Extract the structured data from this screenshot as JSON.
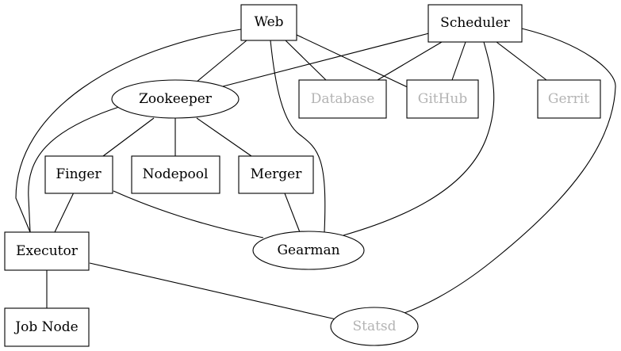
{
  "nodes": [
    {
      "id": "web",
      "label": "Web",
      "shape": "box",
      "color": "#000000"
    },
    {
      "id": "scheduler",
      "label": "Scheduler",
      "shape": "box",
      "color": "#000000"
    },
    {
      "id": "zookeeper",
      "label": "Zookeeper",
      "shape": "ellipse",
      "color": "#000000"
    },
    {
      "id": "database",
      "label": "Database",
      "shape": "box",
      "color": "#b3b3b3"
    },
    {
      "id": "github",
      "label": "GitHub",
      "shape": "box",
      "color": "#b3b3b3"
    },
    {
      "id": "gerrit",
      "label": "Gerrit",
      "shape": "box",
      "color": "#b3b3b3"
    },
    {
      "id": "finger",
      "label": "Finger",
      "shape": "box",
      "color": "#000000"
    },
    {
      "id": "nodepool",
      "label": "Nodepool",
      "shape": "box",
      "color": "#000000"
    },
    {
      "id": "merger",
      "label": "Merger",
      "shape": "box",
      "color": "#000000"
    },
    {
      "id": "executor",
      "label": "Executor",
      "shape": "box",
      "color": "#000000"
    },
    {
      "id": "gearman",
      "label": "Gearman",
      "shape": "ellipse",
      "color": "#000000"
    },
    {
      "id": "jobnode",
      "label": "Job Node",
      "shape": "box",
      "color": "#000000"
    },
    {
      "id": "statsd",
      "label": "Statsd",
      "shape": "ellipse",
      "color": "#b3b3b3"
    }
  ],
  "edges": [
    {
      "from": "web",
      "to": "zookeeper"
    },
    {
      "from": "web",
      "to": "database"
    },
    {
      "from": "web",
      "to": "github"
    },
    {
      "from": "web",
      "to": "gearman"
    },
    {
      "from": "web",
      "to": "executor"
    },
    {
      "from": "scheduler",
      "to": "zookeeper"
    },
    {
      "from": "scheduler",
      "to": "database"
    },
    {
      "from": "scheduler",
      "to": "github"
    },
    {
      "from": "scheduler",
      "to": "gerrit"
    },
    {
      "from": "scheduler",
      "to": "gearman"
    },
    {
      "from": "scheduler",
      "to": "statsd"
    },
    {
      "from": "zookeeper",
      "to": "finger"
    },
    {
      "from": "zookeeper",
      "to": "nodepool"
    },
    {
      "from": "zookeeper",
      "to": "merger"
    },
    {
      "from": "zookeeper",
      "to": "executor"
    },
    {
      "from": "finger",
      "to": "executor"
    },
    {
      "from": "finger",
      "to": "gearman"
    },
    {
      "from": "merger",
      "to": "gearman"
    },
    {
      "from": "executor",
      "to": "jobnode"
    },
    {
      "from": "executor",
      "to": "statsd"
    }
  ]
}
